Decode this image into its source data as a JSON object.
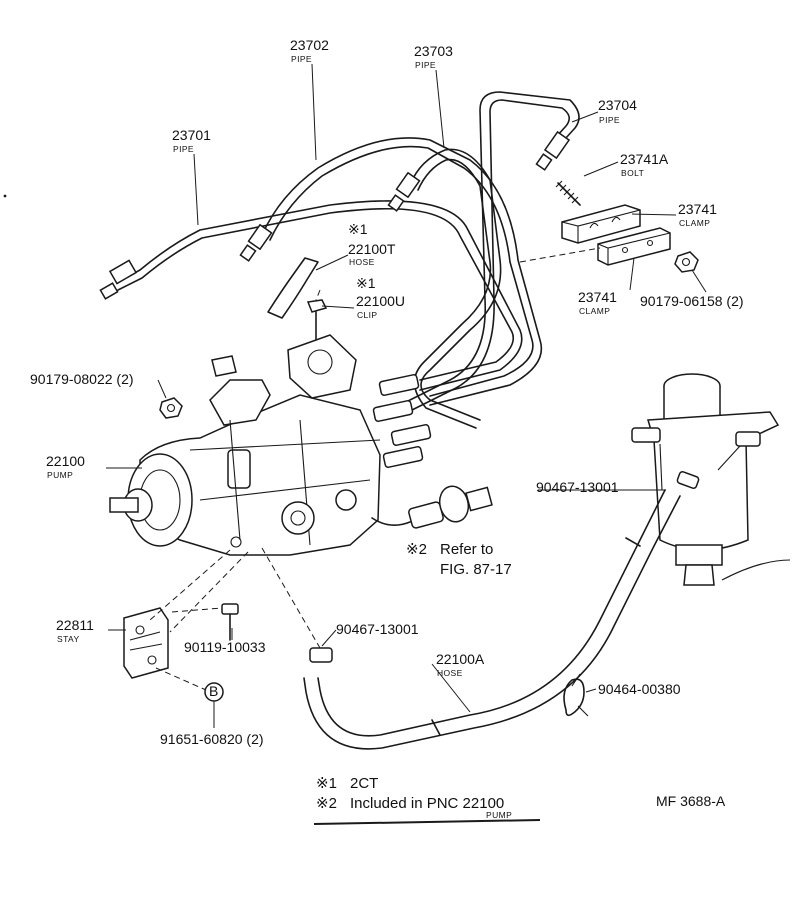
{
  "callouts": {
    "pipe_23702": {
      "number": "23702",
      "name": "PIPE"
    },
    "pipe_23703": {
      "number": "23703",
      "name": "PIPE"
    },
    "pipe_23704": {
      "number": "23704",
      "name": "PIPE"
    },
    "pipe_23701": {
      "number": "23701",
      "name": "PIPE"
    },
    "bolt_23741A": {
      "number": "23741A",
      "name": "BOLT"
    },
    "clamp_23741_upper": {
      "number": "23741",
      "name": "CLAMP"
    },
    "clamp_23741_lower": {
      "number": "23741",
      "name": "CLAMP"
    },
    "nut_90179_06158": {
      "number": "90179-06158 (2)"
    },
    "hose_22100T": {
      "mark": "※1",
      "number": "22100T",
      "name": "HOSE"
    },
    "clip_22100U": {
      "mark": "※1",
      "number": "22100U",
      "name": "CLIP"
    },
    "nut_90179_08022": {
      "number": "90179-08022 (2)"
    },
    "pump_22100": {
      "number": "22100",
      "name": "PUMP"
    },
    "clip_90467_13001_right": {
      "number": "90467-13001"
    },
    "refer_fig": {
      "mark": "※2",
      "line1": "Refer to",
      "line2": "FIG. 87-17"
    },
    "stay_22811": {
      "number": "22811",
      "name": "STAY"
    },
    "bolt_90119_10033": {
      "number": "90119-10033"
    },
    "clip_90467_13001_lower": {
      "number": "90467-13001"
    },
    "hose_22100A": {
      "number": "22100A",
      "name": "HOSE"
    },
    "clip_90464_00380": {
      "number": "90464-00380"
    },
    "bolt_91651_60820": {
      "number": "91651-60820 (2)",
      "symbol": "B"
    }
  },
  "notes": {
    "note1": {
      "mark": "※1",
      "text": "2CT"
    },
    "note2": {
      "mark": "※2",
      "text": "Included in PNC 22100",
      "sub": "PUMP"
    }
  },
  "figure_code": "MF  3688-A"
}
